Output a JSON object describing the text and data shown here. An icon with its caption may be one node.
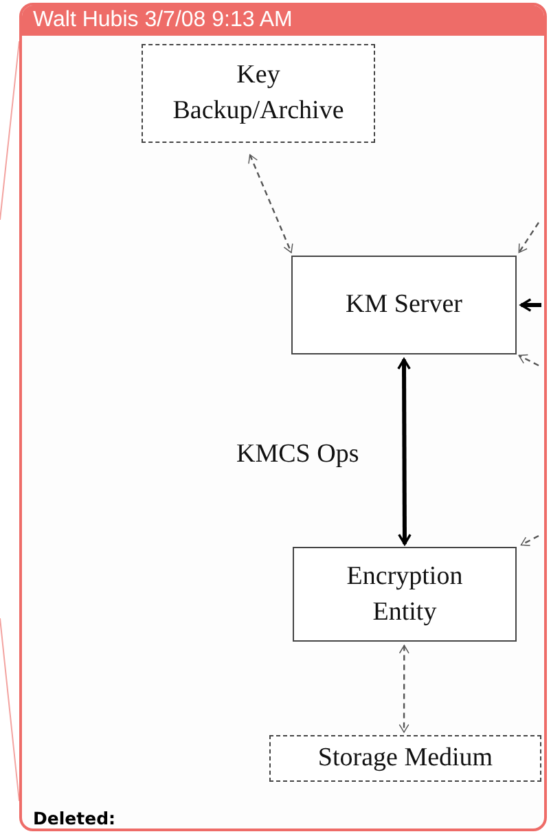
{
  "diagram": {
    "nodes": [
      {
        "text": [
          "Walt Hubis 3/7/08 9:13 AM",
          "Deleted:"
        ]
      },
      {
        "text": [
          "Key Backup/Archive"
        ],
        "in": 0
      },
      {
        "text": [
          "KM Server"
        ],
        "in": 0
      },
      {
        "text": [
          "Encryption Entity"
        ],
        "in": 0
      },
      {
        "text": [
          "Storage Medium"
        ],
        "in": 0
      }
    ],
    "edges": [
      {
        "from": 1,
        "to": 2,
        "arrow": "both",
        "style": "dashed"
      },
      {
        "from": null,
        "to": 2,
        "arrow": "to",
        "style": "dashed"
      },
      {
        "from": null,
        "to": 2,
        "arrow": "to",
        "style": "thick"
      },
      {
        "from": null,
        "to": 2,
        "arrow": "to",
        "style": "dashed"
      },
      {
        "from": 2,
        "to": 3,
        "arrow": "both",
        "style": "thick",
        "label": "KMCS Ops"
      },
      {
        "from": null,
        "to": 3,
        "arrow": "to",
        "style": "dashed"
      },
      {
        "from": 3,
        "to": 4,
        "arrow": "both",
        "style": "dashed"
      }
    ]
  }
}
